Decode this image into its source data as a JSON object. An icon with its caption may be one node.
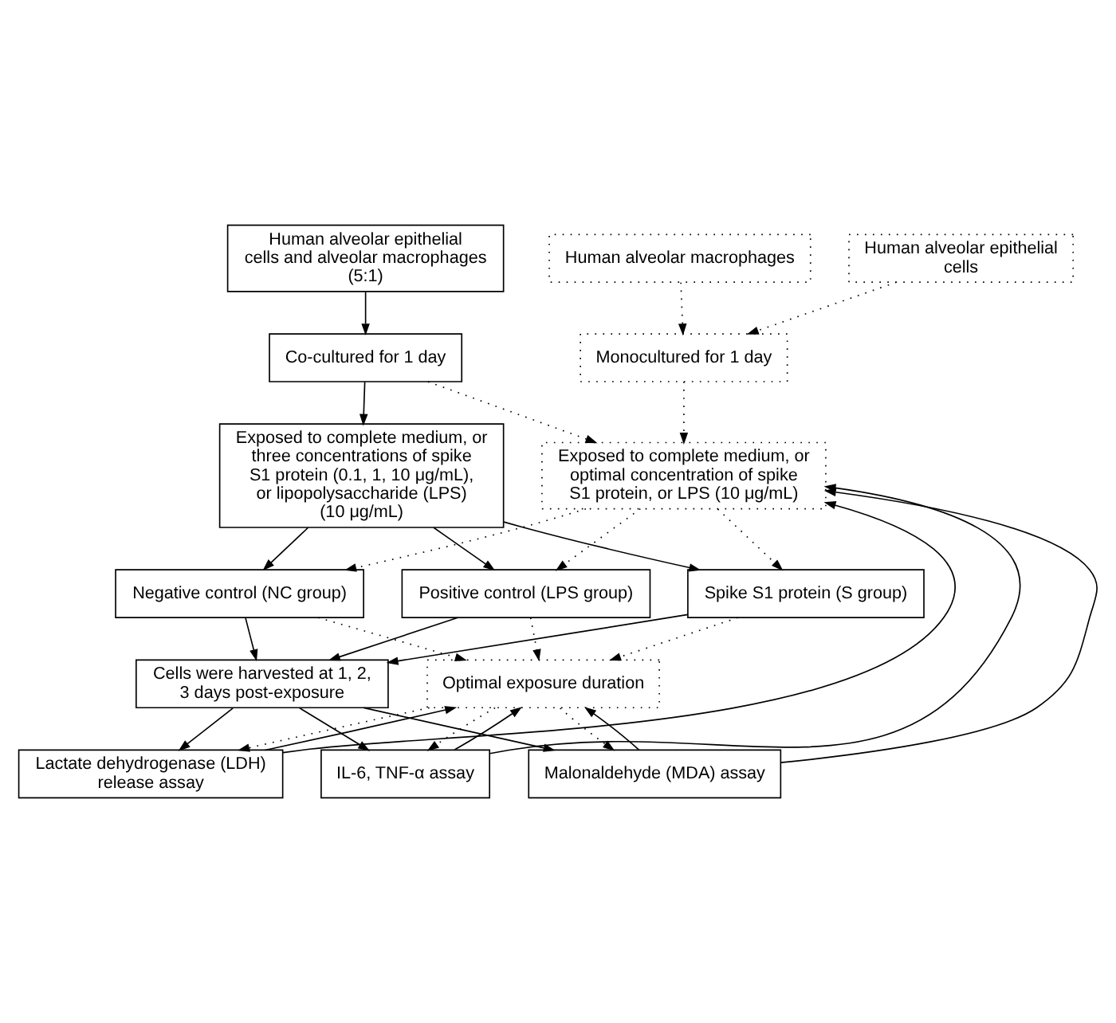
{
  "diagram": {
    "nodes": [
      {
        "text": [
          "Human alveolar epithelial cells and alveolar macrophages (5:1)"
        ]
      },
      {
        "text": [
          "Human alveolar epithelial cells"
        ]
      },
      {
        "text": [
          "Human alveolar macrophages"
        ]
      },
      {
        "text": [
          "Co-cultured for 1 day"
        ]
      },
      {
        "text": [
          "Monocultured for 1 day"
        ]
      },
      {
        "text": [
          "Exposed to complete medium, or three concentrations of spike S1 protein (0.1, 1, 10 μg/mL), or lipopolysaccharide (LPS) (10 μg/mL)"
        ]
      },
      {
        "text": [
          "Exposed to complete medium, or optimal concentration of spike S1 protein, or LPS (10 μg/mL)"
        ]
      },
      {
        "text": [
          "Negative control (NC group)"
        ]
      },
      {
        "text": [
          "Positive control (LPS group)"
        ]
      },
      {
        "text": [
          "Spike S1 protein (S group)"
        ]
      },
      {
        "text": [
          "Cells were harvested at 1, 2, 3 days post-exposure"
        ]
      },
      {
        "text": [
          "Optimal exposure duration"
        ]
      },
      {
        "text": [
          "Lactate dehydrogenase (LDH) release assay"
        ]
      },
      {
        "text": [
          "IL-6, TNF-α assay"
        ]
      },
      {
        "text": [
          "Malonaldehyde (MDA) assay"
        ]
      }
    ],
    "edges": [
      {
        "from": 0,
        "to": 3,
        "arrow": "to"
      },
      {
        "from": 1,
        "to": 4,
        "arrow": "to",
        "style": "dashed"
      },
      {
        "from": 2,
        "to": 4,
        "arrow": "to",
        "style": "dashed"
      },
      {
        "from": 3,
        "to": 5,
        "arrow": "to"
      },
      {
        "from": 3,
        "to": 6,
        "arrow": "to",
        "style": "dashed"
      },
      {
        "from": 4,
        "to": 6,
        "arrow": "to",
        "style": "dashed"
      },
      {
        "from": 5,
        "to": 7,
        "arrow": "to"
      },
      {
        "from": 5,
        "to": 8,
        "arrow": "to"
      },
      {
        "from": 5,
        "to": 9,
        "arrow": "to"
      },
      {
        "from": 6,
        "to": 7,
        "arrow": "to",
        "style": "dashed"
      },
      {
        "from": 6,
        "to": 8,
        "arrow": "to",
        "style": "dashed"
      },
      {
        "from": 6,
        "to": 9,
        "arrow": "to",
        "style": "dashed"
      },
      {
        "from": 7,
        "to": 10,
        "arrow": "to"
      },
      {
        "from": 8,
        "to": 10,
        "arrow": "to"
      },
      {
        "from": 9,
        "to": 10,
        "arrow": "to"
      },
      {
        "from": 7,
        "to": 11,
        "arrow": "to",
        "style": "dashed"
      },
      {
        "from": 8,
        "to": 11,
        "arrow": "to",
        "style": "dashed"
      },
      {
        "from": 9,
        "to": 11,
        "arrow": "to",
        "style": "dashed"
      },
      {
        "from": 10,
        "to": 12,
        "arrow": "to"
      },
      {
        "from": 10,
        "to": 13,
        "arrow": "to"
      },
      {
        "from": 10,
        "to": 14,
        "arrow": "to"
      },
      {
        "from": 11,
        "to": 12,
        "arrow": "to",
        "style": "dashed"
      },
      {
        "from": 11,
        "to": 13,
        "arrow": "to",
        "style": "dashed"
      },
      {
        "from": 11,
        "to": 14,
        "arrow": "to",
        "style": "dashed"
      },
      {
        "from": 12,
        "to": 11,
        "arrow": "to"
      },
      {
        "from": 13,
        "to": 11,
        "arrow": "to"
      },
      {
        "from": 14,
        "to": 11,
        "arrow": "to"
      },
      {
        "from": 12,
        "to": 6,
        "arrow": "to"
      },
      {
        "from": 13,
        "to": 6,
        "arrow": "to"
      },
      {
        "from": 14,
        "to": 6,
        "arrow": "to"
      }
    ]
  }
}
